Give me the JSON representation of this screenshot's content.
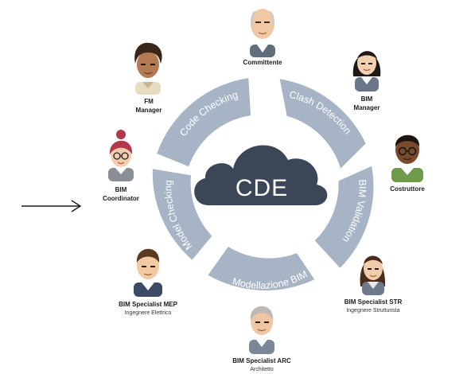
{
  "cloud_label": "CDE",
  "ring_segments": [
    {
      "id": "code-checking",
      "label": "Code Checking"
    },
    {
      "id": "clash-detection",
      "label": "Clash Detection"
    },
    {
      "id": "bim-validation",
      "label": "BIM Validation"
    },
    {
      "id": "modellazione-bim",
      "label": "Modellazione BIM"
    },
    {
      "id": "model-checking",
      "label": "Model Checking"
    }
  ],
  "roles": {
    "committente": {
      "title": "Committente"
    },
    "bim_manager": {
      "title": "BIM",
      "title2": "Manager"
    },
    "costruttore": {
      "title": "Costruttore"
    },
    "str": {
      "title": "BIM Specialist STR",
      "subtitle": "Ingegnere Strutturista"
    },
    "arc": {
      "title": "BIM Specialist ARC",
      "subtitle": "Architetto"
    },
    "mep": {
      "title": "BIM Specialist MEP",
      "subtitle": "Ingegnere Elettrico"
    },
    "coordinator": {
      "title": "BIM",
      "title2": "Coordinator"
    },
    "fm_manager": {
      "title": "FM",
      "title2": "Manager"
    }
  },
  "colors": {
    "ring": "#a7b4c6",
    "cloud": "#3b4657",
    "arrow": "#1a1a1a"
  }
}
